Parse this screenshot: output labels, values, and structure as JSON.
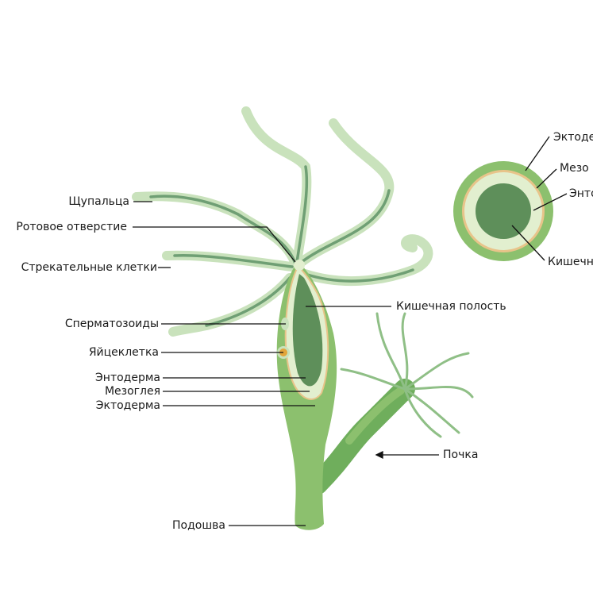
{
  "title": "Hydra anatomy",
  "labels": {
    "tentacles": "Щупальца",
    "mouth": "Ротовое отверстие",
    "stinging_cells": "Стрекательные клетки",
    "sperm": "Сперматозоиды",
    "egg": "Яйцеклетка",
    "endoderm": "Энтодерма",
    "mesoglea": "Мезоглея",
    "ectoderm": "Эктодерма",
    "gut_cavity": "Кишечная полость",
    "bud": "Почка",
    "sole": "Подошва"
  },
  "cross_section": {
    "ectoderm": "Эктоде",
    "mesoglea": "Мезо",
    "endoderm": "Энто",
    "gut": "Кишечн"
  },
  "colors": {
    "ectoderm": "#8cc06e",
    "endoderm_light": "#e2efcf",
    "gut": "#5e8f5a",
    "mesoglea": "#e8c48a",
    "tentacle": "#c4dfb6"
  }
}
